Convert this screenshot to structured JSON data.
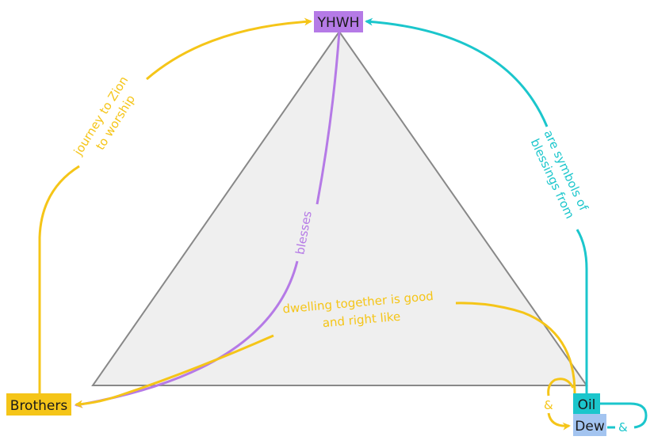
{
  "nodes": {
    "yhwh": {
      "label": "YHWH",
      "color": "#b57ae6"
    },
    "brothers": {
      "label": "Brothers",
      "color": "#f5c518"
    },
    "oil": {
      "label": "Oil",
      "color": "#1bc6cc"
    },
    "dew": {
      "label": "Dew",
      "color": "#a3c4f0"
    }
  },
  "edges": {
    "journey": {
      "line1": "journey to Zion",
      "line2": "to worship",
      "color": "#f5c518"
    },
    "symbols": {
      "line1": "are symbols of",
      "line2": "blessings from",
      "color": "#1bc6cc"
    },
    "blesses": {
      "label": "blesses",
      "color": "#b57ae6"
    },
    "dwelling": {
      "line1": "dwelling together is good",
      "line2": "and right like",
      "color": "#f5c518"
    },
    "oil_dew_yellow": {
      "label": "&",
      "color": "#f5c518"
    },
    "oil_dew_teal": {
      "label": "&",
      "color": "#1bc6cc"
    }
  }
}
